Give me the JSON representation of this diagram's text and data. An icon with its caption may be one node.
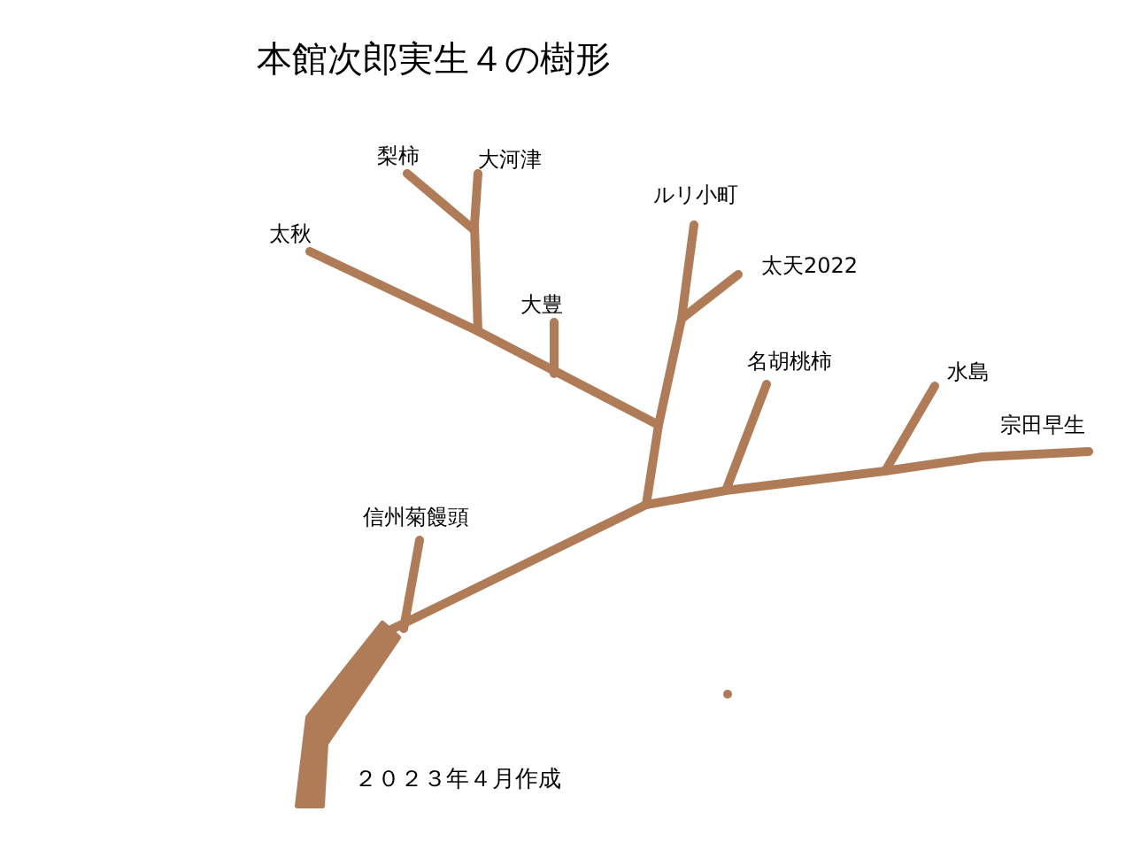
{
  "diagram": {
    "title": "本館次郎実生４の樹形",
    "caption": "２０２３年４月作成",
    "labels": [
      "梨柿",
      "大河津",
      "太秋",
      "ルリ小町",
      "太天2022",
      "大豊",
      "名胡桃柿",
      "水島",
      "宗田早生",
      "信州菊饅頭"
    ]
  }
}
